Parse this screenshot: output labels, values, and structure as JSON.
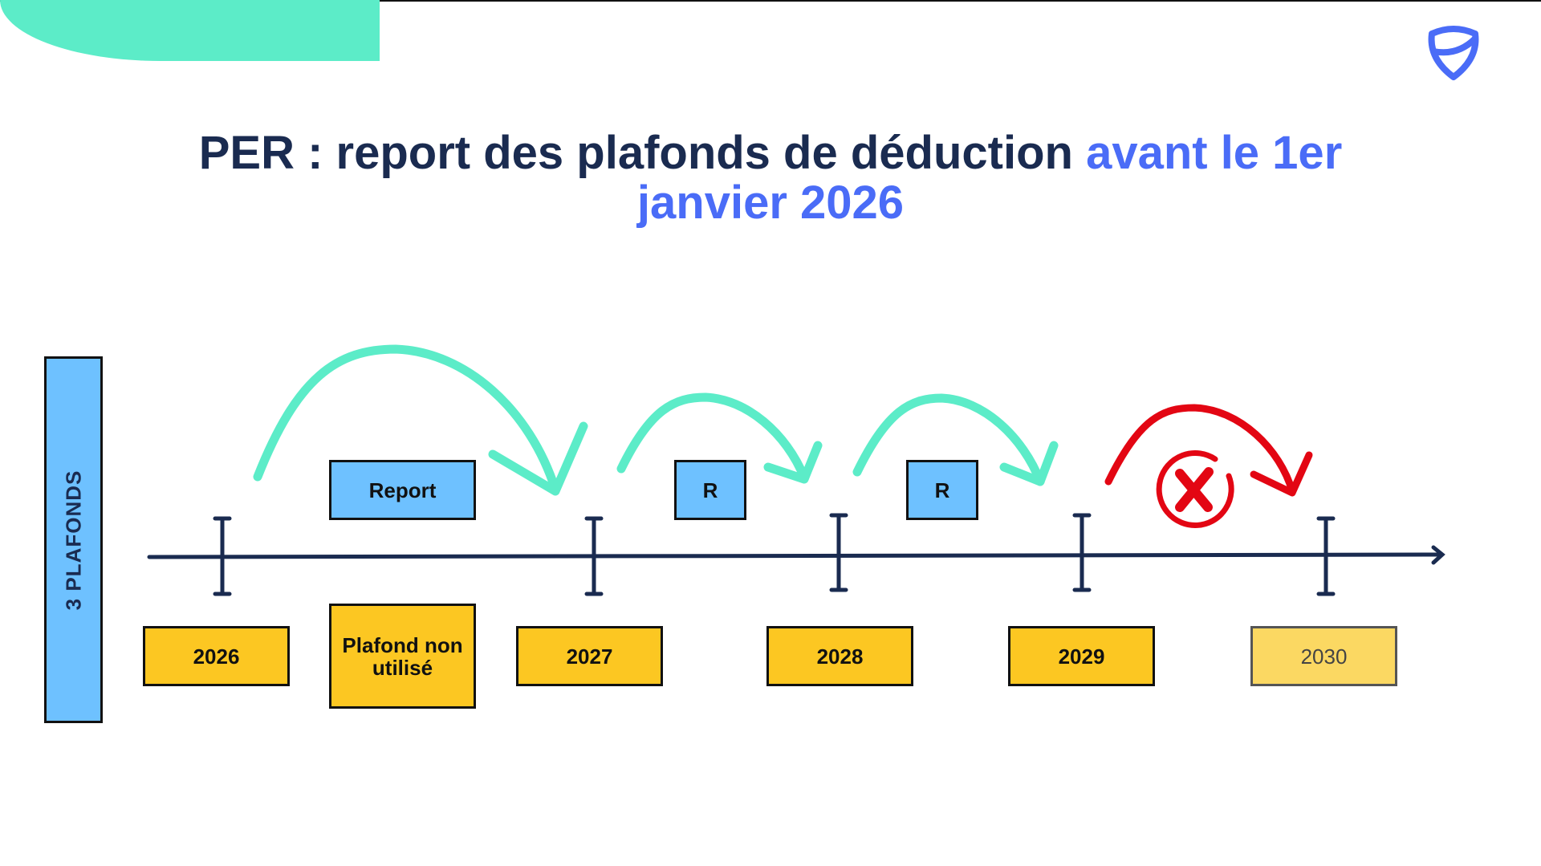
{
  "title": {
    "main": "PER : report des plafonds de déduction",
    "accent": "avant le 1er janvier 2026"
  },
  "sidebar_label": "3 PLAFONDS",
  "years": [
    "2026",
    "2027",
    "2028",
    "2029",
    "2030"
  ],
  "unused_label": "Plafond non utilisé",
  "report_labels": [
    "Report",
    "R",
    "R"
  ],
  "icons": {
    "logo": "shield-logo-icon",
    "blocked": "red-x-circle-icon"
  },
  "colors": {
    "navy": "#1a2b50",
    "accent": "#4a6cf7",
    "teal": "#5cecc8",
    "red": "#e30613",
    "yellow": "#fcc722",
    "lightblue": "#6ec1ff"
  }
}
